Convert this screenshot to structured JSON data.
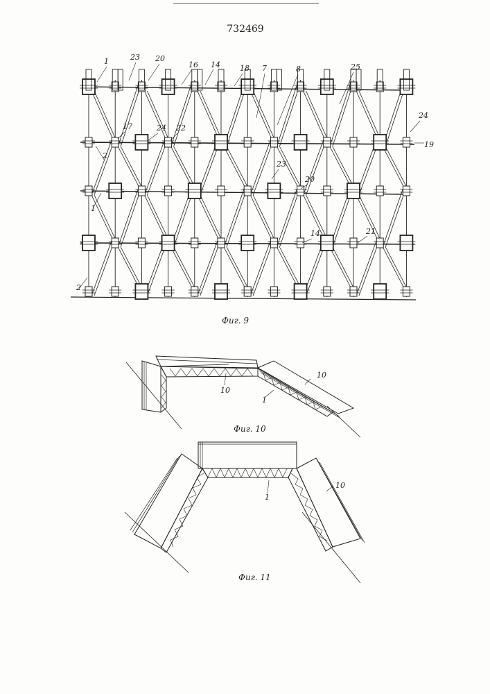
{
  "patent_number": "732469",
  "figures": [
    {
      "caption": "Фиг. 9",
      "labels": [
        {
          "id": "l1a",
          "text": "1"
        },
        {
          "id": "l23a",
          "text": "23"
        },
        {
          "id": "l20a",
          "text": "20"
        },
        {
          "id": "l16",
          "text": "16"
        },
        {
          "id": "l14a",
          "text": "14"
        },
        {
          "id": "l18",
          "text": "18"
        },
        {
          "id": "l7",
          "text": "7"
        },
        {
          "id": "l8",
          "text": "8"
        },
        {
          "id": "l25",
          "text": "25"
        },
        {
          "id": "l24a",
          "text": "24"
        },
        {
          "id": "l19",
          "text": "19"
        },
        {
          "id": "l17",
          "text": "17"
        },
        {
          "id": "l24b",
          "text": "24"
        },
        {
          "id": "l22",
          "text": "22"
        },
        {
          "id": "l2a",
          "text": "2"
        },
        {
          "id": "l23b",
          "text": "23"
        },
        {
          "id": "l20b",
          "text": "20"
        },
        {
          "id": "l1b",
          "text": "1"
        },
        {
          "id": "l14b",
          "text": "14"
        },
        {
          "id": "l21",
          "text": "21"
        },
        {
          "id": "l2b",
          "text": "2"
        }
      ]
    },
    {
      "caption": "Фиг. 10",
      "labels": [
        {
          "id": "f10a",
          "text": "10"
        },
        {
          "id": "f10b",
          "text": "10"
        },
        {
          "id": "f10c",
          "text": "1"
        }
      ]
    },
    {
      "caption": "Фиг. 11",
      "labels": [
        {
          "id": "f11a",
          "text": "10"
        },
        {
          "id": "f11b",
          "text": "1"
        }
      ]
    }
  ]
}
